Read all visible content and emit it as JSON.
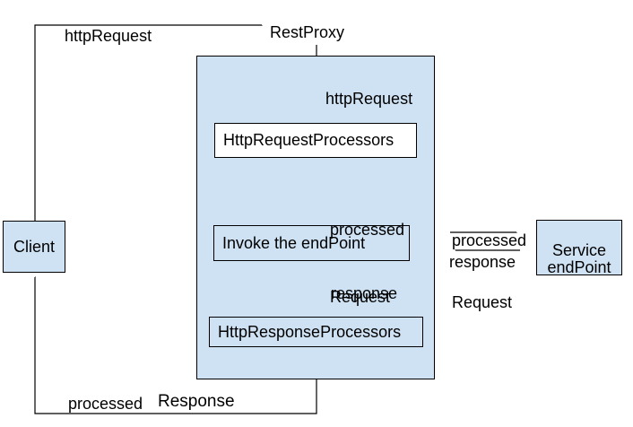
{
  "diagram": {
    "nodes": {
      "client": {
        "label": "Client"
      },
      "rest_proxy": {
        "label": "RestProxy"
      },
      "http_request_processors": {
        "label": "HttpRequestProcessors"
      },
      "invoke_endpoint": {
        "label": "Invoke the endPoint"
      },
      "http_response_processors": {
        "label": "HttpResponseProcessors"
      },
      "service_endpoint": {
        "line1": "Service",
        "line2": "endPoint"
      }
    },
    "edge_labels": {
      "http_request_top": "httpRequest",
      "http_request_inner": "httpRequest",
      "processed_request_inner_line1": "processed",
      "processed_request_inner_line2": "Request",
      "response_inner": "response",
      "processed_request_right_line1": "processed",
      "processed_request_right_line2": "Request",
      "response_right": "response",
      "processed_bottom": "processed",
      "response_bottom": "Response"
    },
    "colors": {
      "node_fill": "#cfe2f3",
      "node_border": "#000000",
      "inner_box_fill": "#ffffff",
      "line": "#000000",
      "text": "#000000",
      "background": "#ffffff"
    }
  }
}
